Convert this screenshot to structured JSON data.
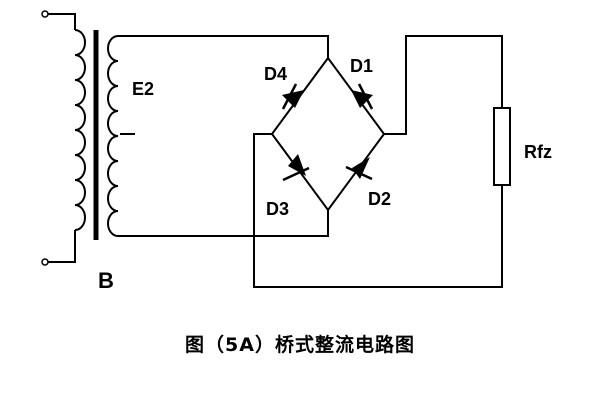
{
  "diagram": {
    "labels": {
      "transformer": "B",
      "secondary_voltage": "E2",
      "load_resistor": "Rfz",
      "diodes": [
        "D1",
        "D2",
        "D3",
        "D4"
      ]
    },
    "caption": "图（5A）桥式整流电路图"
  }
}
